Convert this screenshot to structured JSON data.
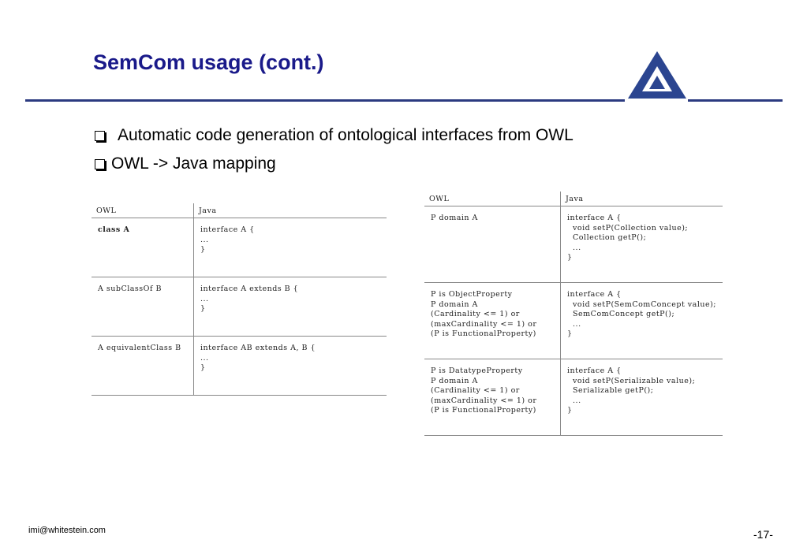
{
  "slide": {
    "title": "SemCom usage (cont.)",
    "bullets": [
      "Automatic code generation of ontological interfaces from OWL",
      "OWL -> Java mapping"
    ],
    "footer_email": "imi@whitestein.com",
    "page_number": "-17-"
  },
  "colors": {
    "title": "#1a1a8a",
    "rule": "#2b3a80",
    "logo": "#2b4590"
  },
  "left_table": {
    "headers": [
      "OWL",
      "Java"
    ],
    "rows": [
      {
        "owl": [
          "class A"
        ],
        "java": [
          "interface A {",
          "...",
          "}"
        ]
      },
      {
        "owl": [
          "A subClassOf B"
        ],
        "java": [
          "interface A extends B {",
          "...",
          "}"
        ]
      },
      {
        "owl": [
          "A equivalentClass B"
        ],
        "java": [
          "interface AB extends A, B {",
          "...",
          "}"
        ]
      }
    ]
  },
  "right_table": {
    "headers": [
      "OWL",
      "Java"
    ],
    "rows": [
      {
        "owl": [
          "P domain A"
        ],
        "java": [
          "interface A {",
          "  void setP(Collection value);",
          "  Collection getP();",
          "  ...",
          "}"
        ]
      },
      {
        "owl": [
          "P is ObjectProperty",
          "P domain A",
          "(Cardinality <= 1) or",
          "(maxCardinality <= 1) or",
          "(P is FunctionalProperty)"
        ],
        "java": [
          "interface A {",
          "  void setP(SemComConcept value);",
          "  SemComConcept getP();",
          "  ...",
          "}"
        ]
      },
      {
        "owl": [
          "P is DatatypeProperty",
          "P domain A",
          "(Cardinality <= 1) or",
          "(maxCardinality <= 1) or",
          "(P is FunctionalProperty)"
        ],
        "java": [
          "interface A {",
          "  void setP(Serializable value);",
          "  Serializable getP();",
          "  ...",
          "}"
        ]
      }
    ]
  }
}
